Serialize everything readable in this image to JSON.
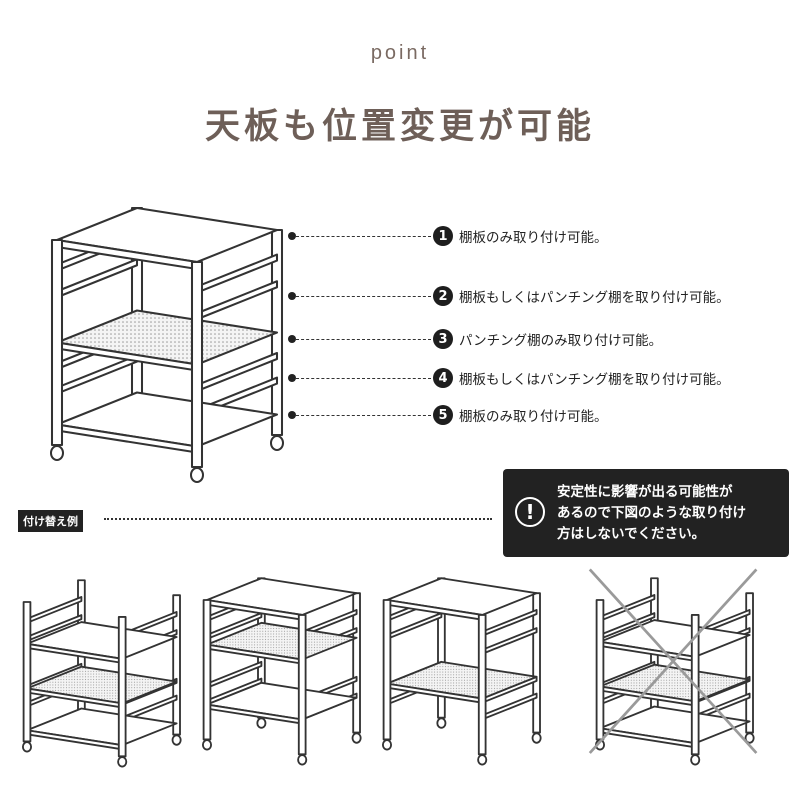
{
  "header": {
    "eyebrow": "point",
    "title": "天板も位置変更が可能"
  },
  "legend": [
    {
      "num": "1",
      "text": "棚板のみ取り付け可能。"
    },
    {
      "num": "2",
      "text": "棚板もしくはパンチング棚を取り付け可能。"
    },
    {
      "num": "3",
      "text": "パンチング棚のみ取り付け可能。"
    },
    {
      "num": "4",
      "text": "棚板もしくはパンチング棚を取り付け可能。"
    },
    {
      "num": "5",
      "text": "棚板のみ取り付け可能。"
    }
  ],
  "example": {
    "label": "付け替え例"
  },
  "warning": {
    "icon": "exclamation-circle-icon",
    "icon_glyph": "!",
    "lines": [
      "安定性に影響が出る可能性が",
      "あるので下図のような取り付け",
      "方はしないでください。"
    ]
  },
  "colors": {
    "heading": "#6e5f58",
    "dark": "#222222",
    "cross": "#9a9a9a"
  }
}
